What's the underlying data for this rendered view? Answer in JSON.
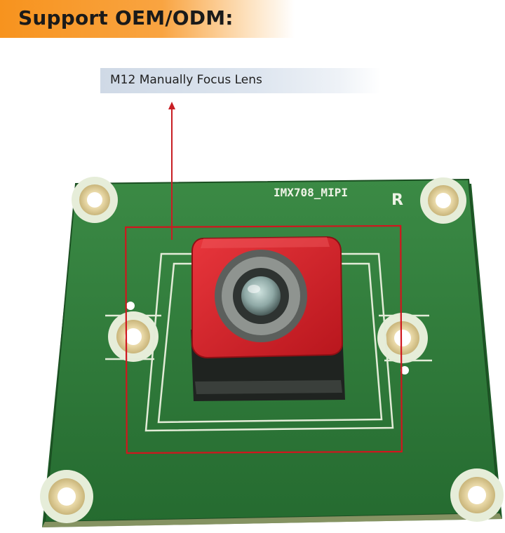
{
  "banner": {
    "title": "Support OEM/ODM:"
  },
  "callout": {
    "label": "M12 Manually Focus Lens"
  },
  "board": {
    "silkscreen_model": "IMX708_MIPI",
    "silkscreen_mark": "R"
  },
  "colors": {
    "banner_orange": "#f7931e",
    "callout_blue": "#cfd9e6",
    "pcb_green": "#2f7a3a",
    "lens_red": "#d6222a",
    "highlight_red": "#d0161e"
  }
}
